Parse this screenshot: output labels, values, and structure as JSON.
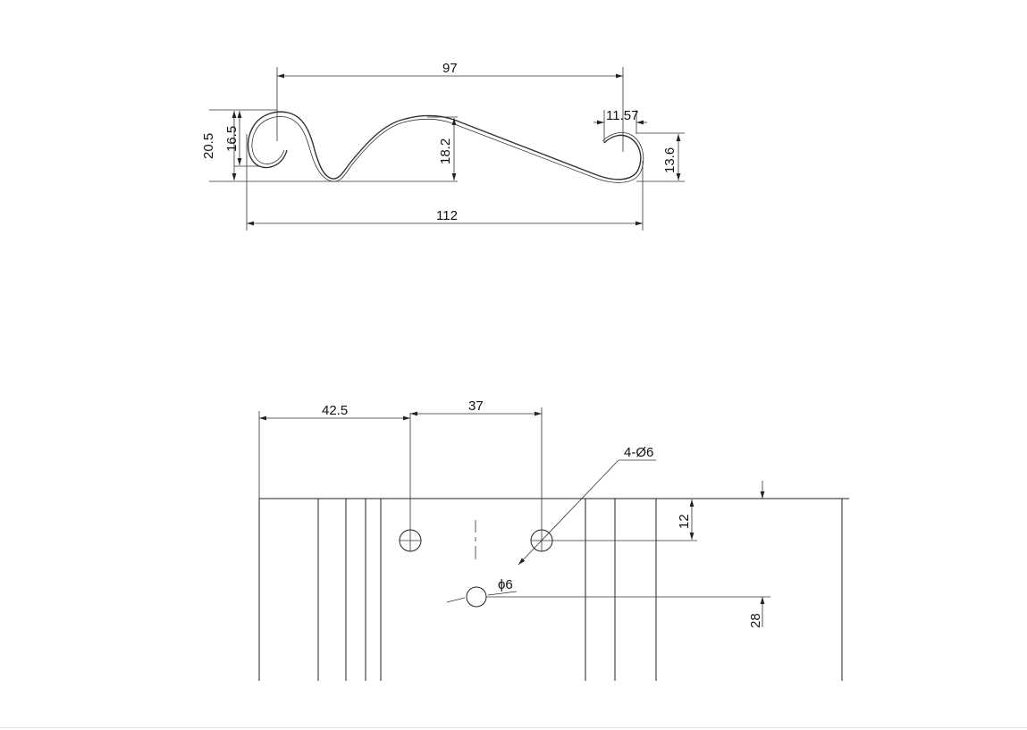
{
  "profile_view": {
    "dimensions": {
      "top_width": "97",
      "overall_width": "112",
      "left_outer_height": "20.5",
      "left_inner_height": "16.5",
      "middle_height": "18.2",
      "right_curl_width": "11.57",
      "right_curl_height": "13.6"
    }
  },
  "plan_view": {
    "dimensions": {
      "left_offset": "42.5",
      "hole_spacing": "37",
      "hole_callout": "4-Ø6",
      "hole_offset_vertical": "12",
      "single_hole_callout": "ϕ6",
      "bottom_offset": "28"
    }
  },
  "colors": {
    "line": "#222222",
    "background": "#ffffff"
  }
}
